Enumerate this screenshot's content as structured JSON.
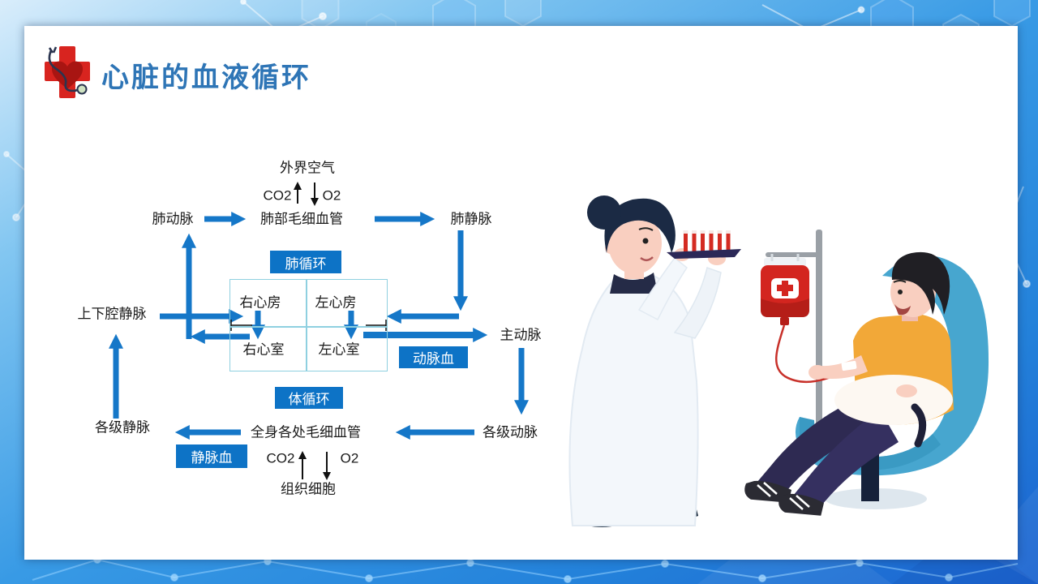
{
  "slide": {
    "title": "心脏的血液循环",
    "title_color": "#2e75b6"
  },
  "header_icon": {
    "name": "red-cross-heart-stethoscope-icon"
  },
  "diagram": {
    "nodes": {
      "outside_air": "外界空气",
      "co2_top": "CO2",
      "o2_top": "O2",
      "pulmonary_artery": "肺动脉",
      "lung_capillaries": "肺部毛细血管",
      "pulmonary_vein": "肺静脉",
      "vena_cava": "上下腔静脉",
      "aorta": "主动脉",
      "right_atrium": "右心房",
      "left_atrium": "左心房",
      "right_ventricle": "右心室",
      "left_ventricle": "左心室",
      "veins": "各级静脉",
      "body_capillaries": "全身各处毛细血管",
      "arteries": "各级动脉",
      "co2_bottom": "CO2",
      "o2_bottom": "O2",
      "tissue_cells": "组织细胞"
    },
    "badges": {
      "pulmonary_circulation": "肺循环",
      "arterial_blood": "动脉血",
      "systemic_circulation": "体循环",
      "venous_blood": "静脉血"
    },
    "edges": [
      {
        "from": "右心室",
        "to": "肺动脉"
      },
      {
        "from": "肺动脉",
        "to": "肺部毛细血管"
      },
      {
        "from": "肺部毛细血管",
        "to": "肺静脉"
      },
      {
        "from": "肺静脉",
        "to": "左心房"
      },
      {
        "from": "左心房",
        "to": "左心室"
      },
      {
        "from": "左心室",
        "to": "主动脉"
      },
      {
        "from": "主动脉",
        "to": "各级动脉"
      },
      {
        "from": "各级动脉",
        "to": "全身各处毛细血管"
      },
      {
        "from": "全身各处毛细血管",
        "to": "各级静脉"
      },
      {
        "from": "各级静脉",
        "to": "上下腔静脉"
      },
      {
        "from": "上下腔静脉",
        "to": "右心房"
      },
      {
        "from": "右心房",
        "to": "右心室"
      },
      {
        "from": "肺部毛细血管",
        "to": "外界空气",
        "gas": "CO2"
      },
      {
        "from": "外界空气",
        "to": "肺部毛细血管",
        "gas": "O2"
      },
      {
        "from": "组织细胞",
        "to": "全身各处毛细血管",
        "gas": "CO2"
      },
      {
        "from": "全身各处毛细血管",
        "to": "组织细胞",
        "gas": "O2"
      }
    ],
    "colors": {
      "arrow_blue": "#1577c8",
      "badge_bg": "#0d73c6",
      "badge_text": "#ffffff",
      "heart_box_border": "#8fd0e0",
      "label_text": "#1a1a1a"
    }
  },
  "illustration": {
    "doctor": "female-doctor-holding-blood-sample-tray",
    "test_tubes": "six-red-test-tubes-on-tray",
    "iv_stand": "iv-drip-stand",
    "blood_bag": "blood-transfusion-bag-with-white-cross-label",
    "patient": "patient-in-blue-chair-receiving-transfusion",
    "colors": {
      "chair_blue": "#47a6cf",
      "shirt_orange": "#f2a838",
      "coat_white": "#f3f7fb",
      "blood_red": "#d3251f",
      "pants_navy": "#2e2a52",
      "skin": "#f9cfc0"
    }
  }
}
